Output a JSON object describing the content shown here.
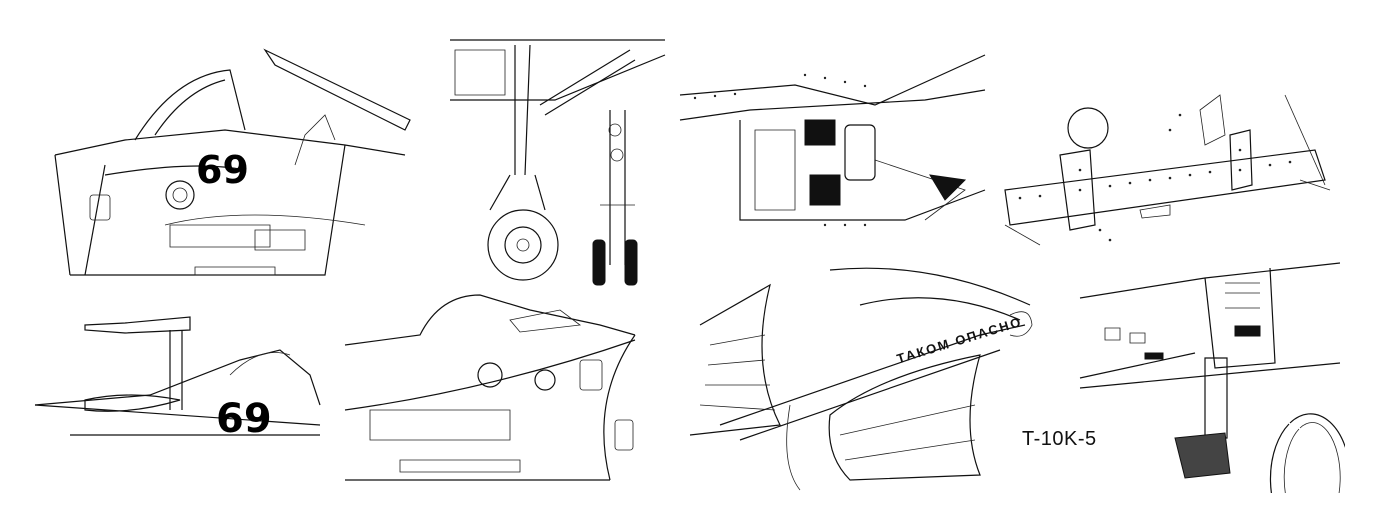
{
  "panels": {
    "cockpit_side": {
      "tail_number": "69"
    },
    "probe_view": {
      "tail_number": "69"
    },
    "intake_view": {
      "stencil": "ТАКОМ ОПАСНО"
    }
  },
  "caption": "T-10K-5",
  "colors": {
    "ink": "#111111",
    "paper": "#ffffff"
  }
}
